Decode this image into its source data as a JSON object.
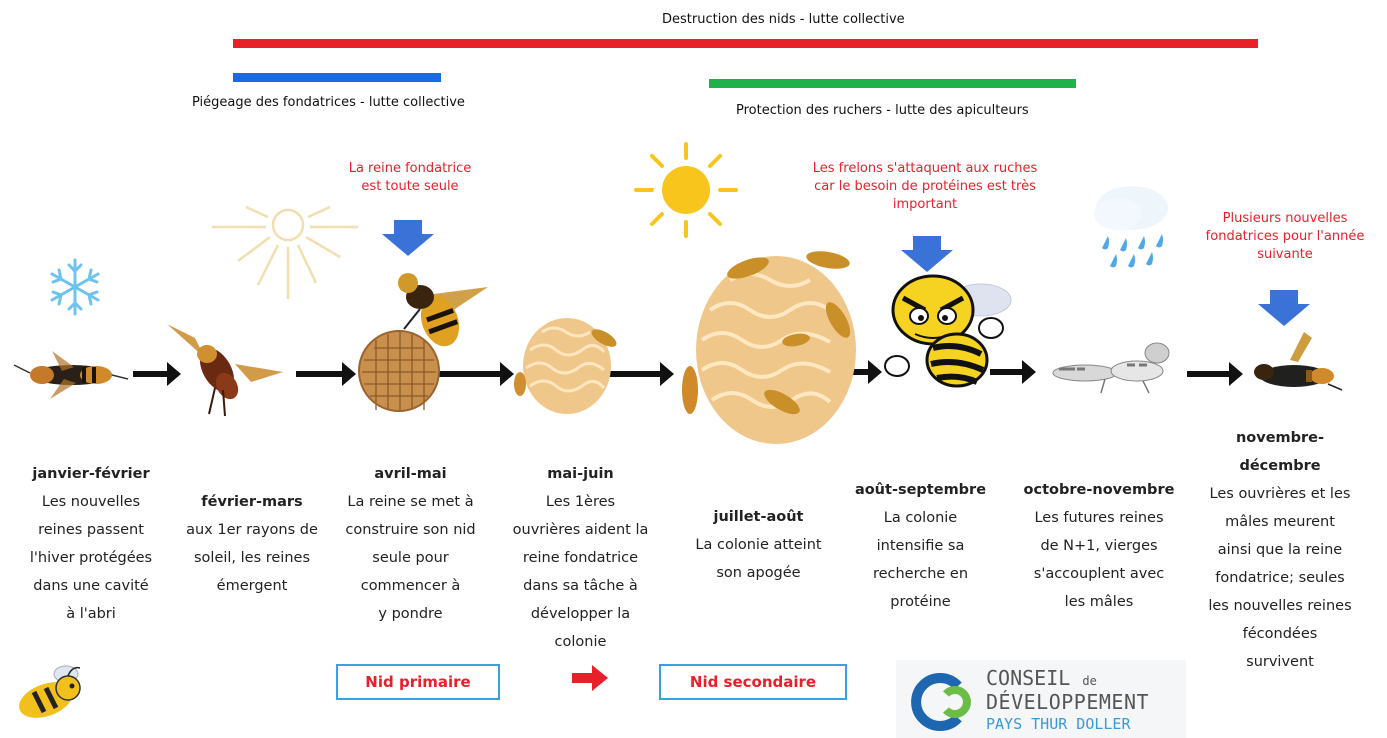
{
  "bars": {
    "destruction_label": "Destruction des nids - lutte collective",
    "piegeage_label": "Piégeage des fondatrices - lutte collective",
    "protection_label": "Protection des ruchers - lutte des apiculteurs",
    "colors": {
      "destruction": "#e8202a",
      "piegeage": "#1a6be0",
      "protection": "#1fb24a"
    }
  },
  "callouts": {
    "reine_seule": "La reine fondatrice\nest toute seule",
    "frelons_ruches": "Les frelons s'attaquent aux ruches\ncar le besoin de protéines est très\nimportant",
    "nouvelles_fondatrices": "Plusieurs nouvelles\nfondatrices pour l'année\nsuivante"
  },
  "stages": [
    {
      "title": "janvier-février",
      "desc": "Les nouvelles\nreines passent\nl'hiver protégées\ndans une cavité\nà l'abri"
    },
    {
      "title": "février-mars",
      "desc": "aux 1er rayons de\nsoleil, les reines\némergent"
    },
    {
      "title": "avril-mai",
      "desc": "La reine se met à\nconstruire son nid\nseule pour\ncommencer à\ny pondre"
    },
    {
      "title": "mai-juin",
      "desc": "Les 1ères\nouvrières aident la\nreine fondatrice\ndans sa tâche à\ndévelopper la\ncolonie"
    },
    {
      "title": "juillet-août",
      "desc": "La colonie atteint\nson apogée"
    },
    {
      "title": "août-septembre",
      "desc": "La colonie\nintensifie sa\nrecherche en\nprotéine"
    },
    {
      "title": "octobre-novembre",
      "desc": "Les futures reines\nde N+1, vierges\ns'accouplent avec\nles mâles"
    },
    {
      "title": "novembre-\ndécembre",
      "desc": "Les ouvrières et les\nmâles meurent\nainsi que la reine\nfondatrice; seules\nles nouvelles reines\nfécondées\nsurvivent"
    }
  ],
  "nests": {
    "primaire": "Nid primaire",
    "secondaire": "Nid secondaire"
  },
  "logo": {
    "line1": "CONSEIL",
    "de": "de",
    "line2": "DÉVELOPPEMENT",
    "line3": "PAYS THUR DOLLER"
  },
  "icons": [
    "snowflake-icon",
    "sun-icon",
    "rain-cloud-icon",
    "down-arrow-icon",
    "right-arrow-icon",
    "hornet-icon",
    "nest-icon",
    "bee-mascot-icon"
  ]
}
